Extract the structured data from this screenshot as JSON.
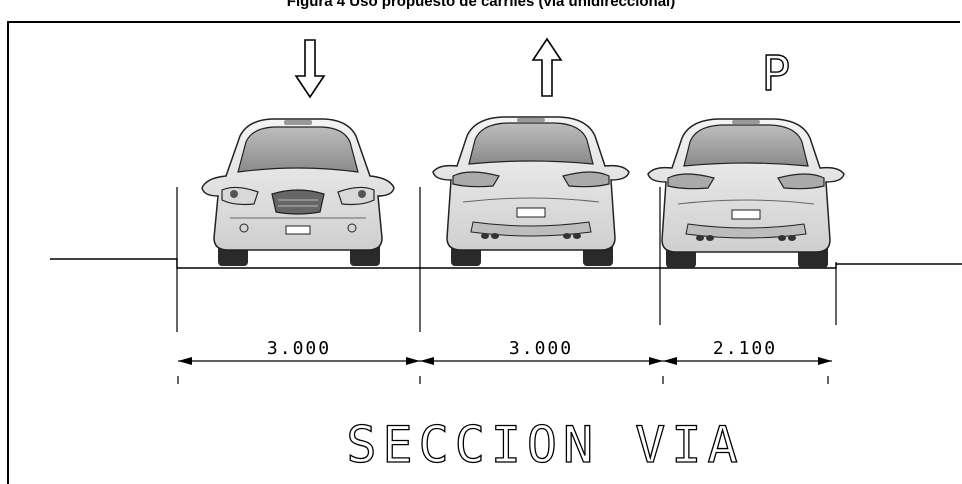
{
  "title": "Figura 4 Uso propuesto de carriles (via unidireccional)",
  "lanes": [
    {
      "indicator": "arrow-down",
      "car_view": "front",
      "width_label": "3.000"
    },
    {
      "indicator": "arrow-up",
      "car_view": "rear",
      "width_label": "3.000"
    },
    {
      "indicator": "P",
      "car_view": "rear",
      "width_label": "2.100"
    }
  ],
  "section_label": "SECCION VIA",
  "colors": {
    "line": "#000000",
    "car_body": "#e9e9e9",
    "car_dark": "#555555",
    "background": "#ffffff"
  }
}
